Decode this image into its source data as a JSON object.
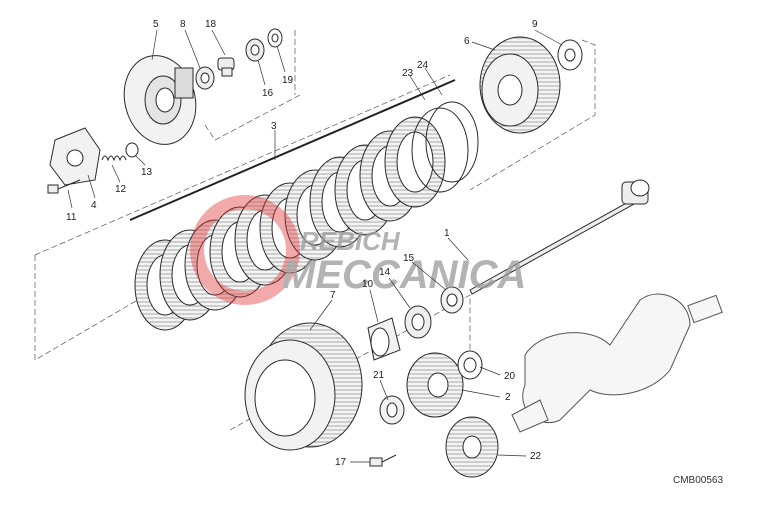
{
  "drawing_code": "CMB00563",
  "watermark": {
    "line1": "REBICH",
    "line2": "MECCANICA"
  },
  "colors": {
    "ink": "#2a2a2a",
    "fill": "#f2f2f2",
    "watermark_red": "#e03030",
    "watermark_grey": "#9a9a9a"
  },
  "callouts": [
    "5",
    "8",
    "18",
    "9",
    "6",
    "19",
    "16",
    "24",
    "23",
    "3",
    "4",
    "12",
    "13",
    "11",
    "7",
    "10",
    "14",
    "15",
    "1",
    "21",
    "20",
    "2",
    "17",
    "22"
  ]
}
